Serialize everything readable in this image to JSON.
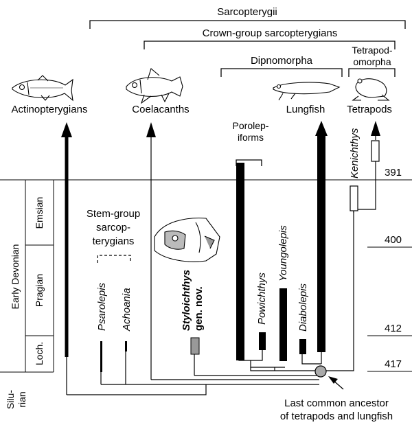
{
  "groups": {
    "sarcopterygii": "Sarcopterygii",
    "crown_group": "Crown-group sarcopterygians",
    "dipnomorpha": "Dipnomorpha",
    "tetrapodomorpha_line1": "Tetrapod-",
    "tetrapodomorpha_line2": "omorpha",
    "porolepiforms_line1": "Porolep-",
    "porolepiforms_line2": "iforms",
    "stem_group_line1": "Stem-group",
    "stem_group_line2": "sarcop-",
    "stem_group_line3": "terygians"
  },
  "lineages": {
    "actinopterygians": "Actinopterygians",
    "coelacanths": "Coelacanths",
    "lungfish": "Lungfish",
    "tetrapods": "Tetrapods"
  },
  "taxa": {
    "kenichthys": "Kenichthys",
    "psarolepis": "Psarolepis",
    "achoania": "Achoania",
    "styloichthys_line1": "Styloichthys",
    "styloichthys_line2": "gen. nov.",
    "powichthys": "Powichthys",
    "youngolepis": "Youngolepis",
    "diabolepis": "Diabolepis"
  },
  "timescale": {
    "period": "Early Devonian",
    "period_short": "Silu-",
    "period_short2": "rian",
    "stages": [
      "Emsian",
      "Pragian",
      "Loch."
    ],
    "ages_ma": [
      "391",
      "400",
      "412",
      "417"
    ]
  },
  "annotation": {
    "line1": "Last common ancestor",
    "line2": "of tetrapods and lungfish"
  }
}
